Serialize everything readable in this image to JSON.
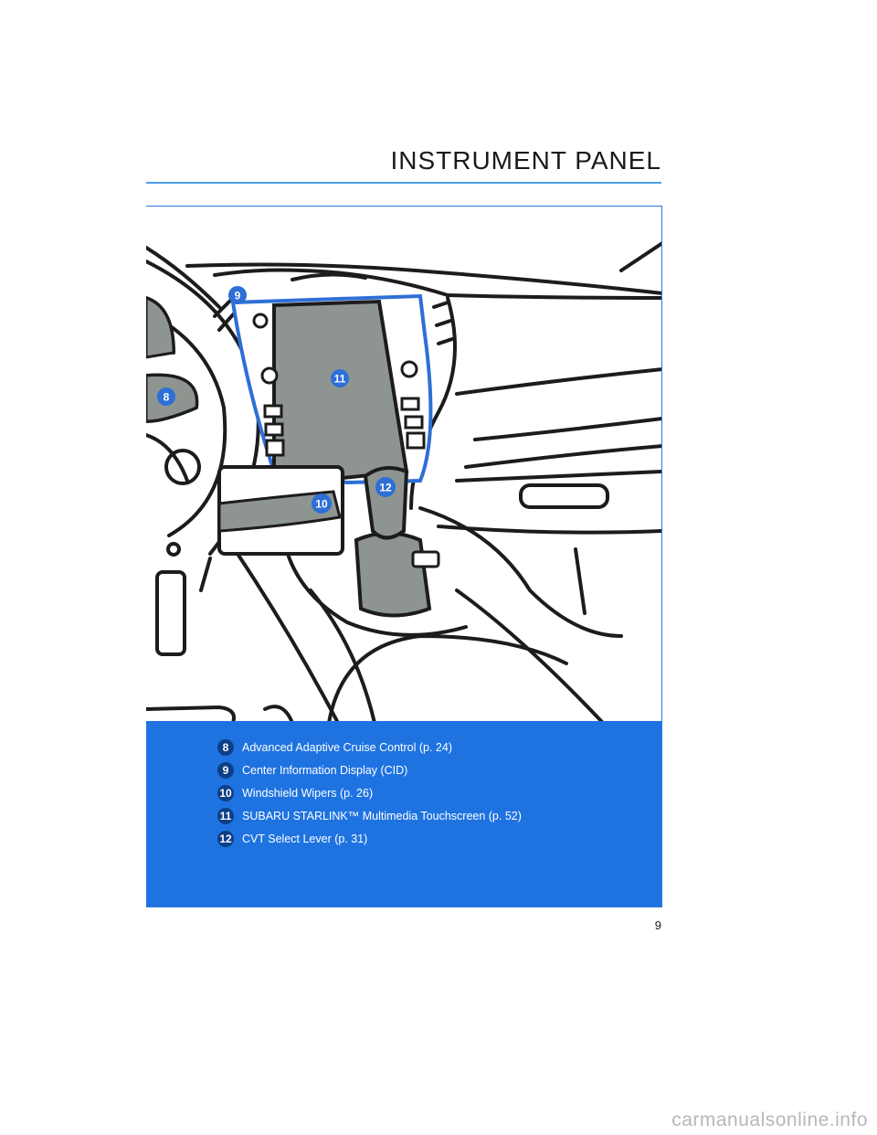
{
  "header": {
    "title": "INSTRUMENT PANEL"
  },
  "callouts": [
    {
      "id": "8",
      "label": "Advanced Adaptive Cruise Control (p. 24)"
    },
    {
      "id": "9",
      "label": "Center Information Display (CID)"
    },
    {
      "id": "10",
      "label": "Windshield Wipers (p. 26)"
    },
    {
      "id": "11",
      "label": "SUBARU STARLINK™ Multimedia Touchscreen (p. 52)"
    },
    {
      "id": "12",
      "label": "CVT Select Lever (p. 31)"
    }
  ],
  "footer": {
    "page_number": "9"
  },
  "watermark": {
    "text": "carmanualsonline.info"
  },
  "colors": {
    "accent": "#1e73e0",
    "badge": "#0d3f86",
    "highlight_outline": "#2d6fd6",
    "part_fill": "#8e9591"
  }
}
